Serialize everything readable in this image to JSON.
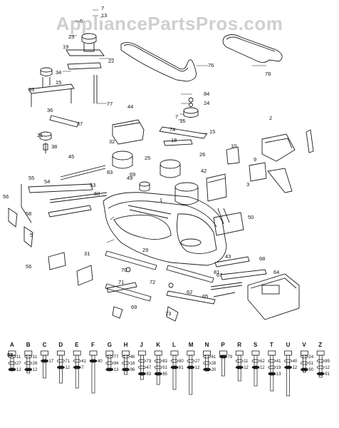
{
  "watermark": "AppliancePartsPros.com",
  "callouts": [
    "7",
    "13",
    "6",
    "23",
    "19",
    "22",
    "76",
    "78",
    "34",
    "15",
    "77",
    "37",
    "33",
    "36",
    "21",
    "38",
    "84",
    "24",
    "7",
    "16",
    "15",
    "74",
    "18",
    "26",
    "44",
    "32",
    "25",
    "69",
    "42",
    "10",
    "9",
    "3",
    "2",
    "45",
    "55",
    "54",
    "53",
    "83",
    "49",
    "56",
    "60",
    "1",
    "50",
    "58",
    "5",
    "56",
    "31",
    "29",
    "70",
    "71",
    "72",
    "69",
    "43",
    "81",
    "68",
    "67",
    "65",
    "64",
    "62",
    "73",
    "71",
    "69",
    "A",
    "B",
    "C",
    "D",
    "E",
    "F",
    "G",
    "H",
    "J",
    "K",
    "L",
    "M",
    "N",
    "P",
    "R",
    "S",
    "T",
    "U",
    "V",
    "Z"
  ],
  "fastener_columns": [
    {
      "head": "A",
      "nums": [
        "11",
        "27",
        "12"
      ]
    },
    {
      "head": "B",
      "nums": [
        "11",
        "26",
        "12"
      ]
    },
    {
      "head": "C",
      "nums": [
        "17"
      ]
    },
    {
      "head": "D",
      "nums": [
        "71",
        "12"
      ]
    },
    {
      "head": "E",
      "nums": [
        "41",
        "7"
      ]
    },
    {
      "head": "F",
      "nums": [
        "40"
      ]
    },
    {
      "head": "G",
      "nums": [
        "77",
        "94",
        "13"
      ]
    },
    {
      "head": "H",
      "nums": [
        "46",
        "18",
        "96"
      ]
    },
    {
      "head": "J",
      "nums": [
        "73",
        "47",
        "93"
      ]
    },
    {
      "head": "K",
      "nums": [
        "83",
        "51",
        "85"
      ]
    },
    {
      "head": "L",
      "nums": [
        "80",
        "81"
      ]
    },
    {
      "head": "M",
      "nums": [
        "27",
        "12"
      ]
    },
    {
      "head": "N",
      "nums": [
        "61",
        "28",
        "20"
      ]
    },
    {
      "head": "P",
      "nums": [
        "79"
      ]
    },
    {
      "head": "R",
      "nums": [
        "11",
        "12"
      ]
    },
    {
      "head": "S",
      "nums": [
        "62",
        "12"
      ]
    },
    {
      "head": "T",
      "nums": [
        "41",
        "19",
        "13"
      ]
    },
    {
      "head": "U",
      "nums": [
        "40",
        "12"
      ]
    },
    {
      "head": "V",
      "nums": [
        "24",
        "51",
        "90"
      ]
    },
    {
      "head": "Z",
      "nums": [
        "89",
        "12",
        "91"
      ]
    }
  ]
}
